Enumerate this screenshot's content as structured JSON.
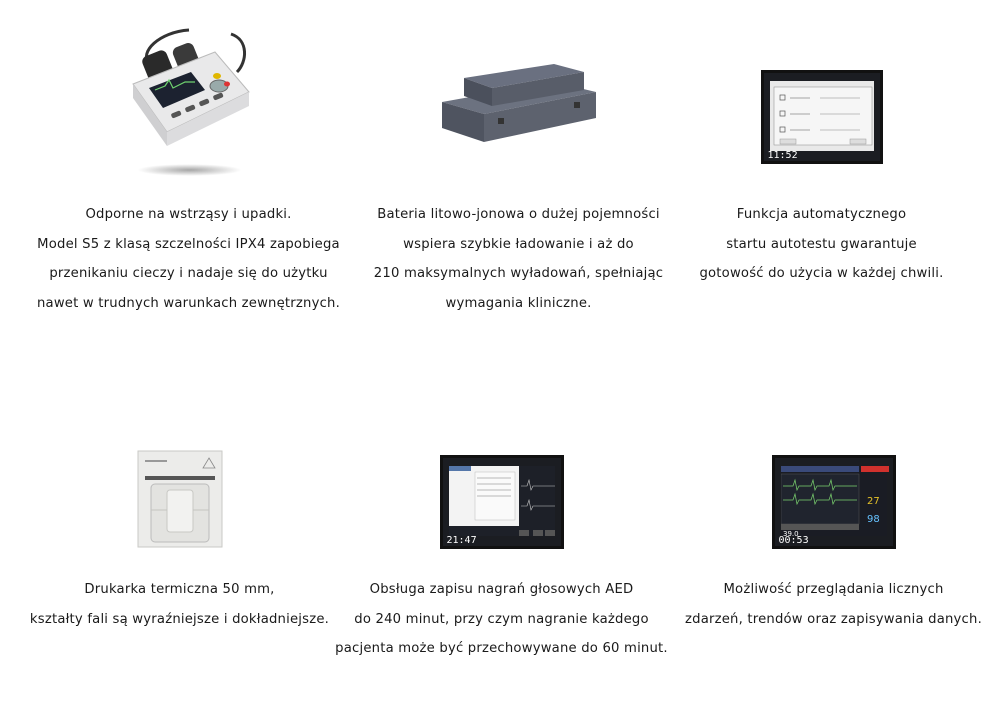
{
  "features": [
    {
      "image_icon": "defibrillator-icon",
      "lines": [
        "Odporne na wstrząsy i upadki.",
        "Model S5 z klasą szczelności IPX4 zapobiega",
        "przenikaniu cieczy i nadaje się do użytku",
        "nawet w trudnych warunkach zewnętrznych."
      ]
    },
    {
      "image_icon": "battery-icon",
      "lines": [
        "Bateria litowo-jonowa o dużej pojemności",
        "wspiera szybkie ładowanie i aż do",
        "210 maksymalnych wyładowań, spełniając",
        "wymagania kliniczne."
      ]
    },
    {
      "image_icon": "self-test-screen-icon",
      "screen_time": "11:52",
      "lines": [
        "Funkcja automatycznego",
        "startu autotestu gwarantuje",
        "gotowość do użycia w każdej chwili."
      ]
    },
    {
      "image_icon": "thermal-printer-icon",
      "lines": [
        "Drukarka termiczna 50 mm,",
        "kształty fali są wyraźniejsze i dokładniejsze."
      ]
    },
    {
      "image_icon": "voice-recording-screen-icon",
      "screen_time": "21:47",
      "lines": [
        "Obsługa zapisu nagrań głosowych AED",
        "do 240 minut, przy czym nagranie każdego",
        "pacjenta może być przechowywane do 60 minut."
      ]
    },
    {
      "image_icon": "event-review-screen-icon",
      "screen_time": "00:53",
      "lines": [
        "Możliwość przeglądania licznych",
        "zdarzeń, trendów oraz zapisywania danych."
      ]
    }
  ]
}
